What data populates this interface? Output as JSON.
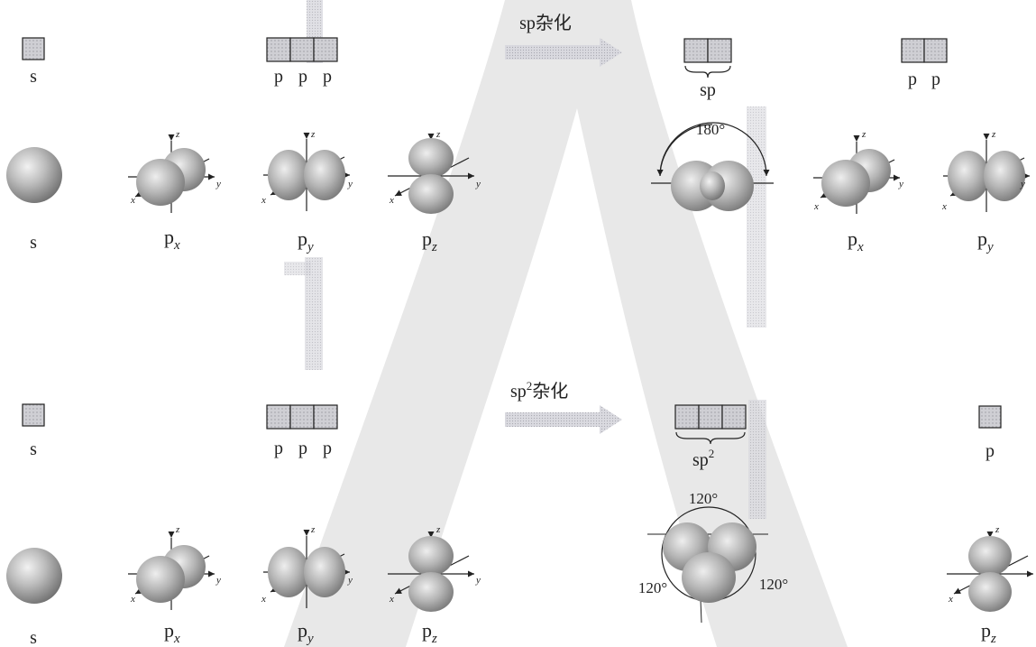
{
  "top_row": {
    "arrow_label": "sp杂化",
    "box_labels": {
      "s": "s",
      "p1": "p",
      "p2": "p",
      "p3": "p",
      "sp": "sp",
      "p_right1": "p",
      "p_right2": "p"
    },
    "orbital_labels": {
      "s": "s",
      "px_main": "p",
      "px_sub": "x",
      "py_main": "p",
      "py_sub": "y",
      "pz_main": "p",
      "pz_sub": "z",
      "px_right_main": "p",
      "px_right_sub": "x",
      "py_right_main": "p",
      "py_right_sub": "y"
    },
    "angle": "180°"
  },
  "bottom_row": {
    "arrow_label_main": "sp",
    "arrow_label_sup": "2",
    "arrow_label_tail": "杂化",
    "box_labels": {
      "s": "s",
      "p1": "p",
      "p2": "p",
      "p3": "p",
      "sp2_main": "sp",
      "sp2_sup": "2",
      "p_right": "p"
    },
    "orbital_labels": {
      "s": "s",
      "px_main": "p",
      "px_sub": "x",
      "py_main": "p",
      "py_sub": "y",
      "pz_main": "p",
      "pz_sub": "z",
      "pz_right_main": "p",
      "pz_right_sub": "z"
    },
    "angles": [
      "120°",
      "120°",
      "120°"
    ]
  },
  "axis_labels": {
    "x": "x",
    "y": "y",
    "z": "z"
  }
}
